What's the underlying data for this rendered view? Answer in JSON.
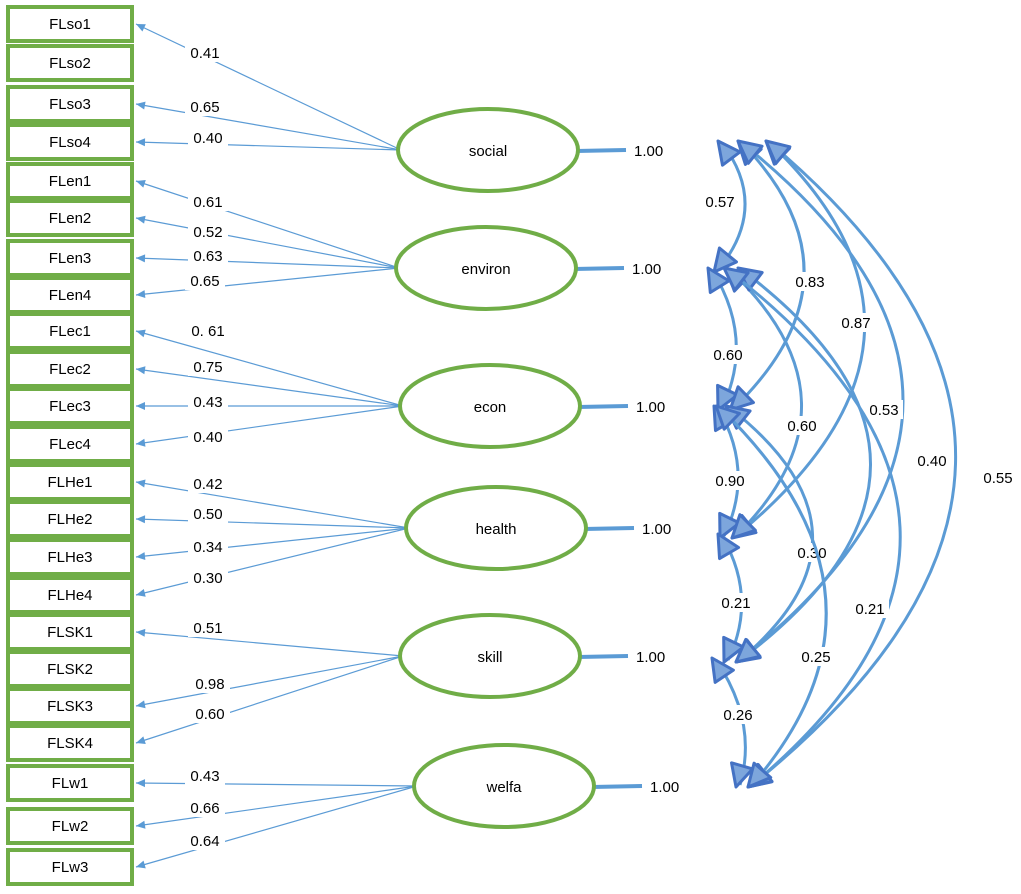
{
  "indicators": [
    "FLso1",
    "FLso2",
    "FLso3",
    "FLso4",
    "FLen1",
    "FLen2",
    "FLen3",
    "FLen4",
    "FLec1",
    "FLec2",
    "FLec3",
    "FLec4",
    "FLHe1",
    "FLHe2",
    "FLHe3",
    "FLHe4",
    "FLSK1",
    "FLSK2",
    "FLSK3",
    "FLSK4",
    "FLw1",
    "FLw2",
    "FLw3"
  ],
  "factors": [
    {
      "name": "social",
      "variance": "1.00"
    },
    {
      "name": "environ",
      "variance": "1.00"
    },
    {
      "name": "econ",
      "variance": "1.00"
    },
    {
      "name": "health",
      "variance": "1.00"
    },
    {
      "name": "skill",
      "variance": "1.00"
    },
    {
      "name": "welfa",
      "variance": "1.00"
    }
  ],
  "loadings": [
    {
      "factor": 0,
      "indicator": 0,
      "value": "0.41"
    },
    {
      "factor": 0,
      "indicator": 2,
      "value": "0.65"
    },
    {
      "factor": 0,
      "indicator": 3,
      "value": "0.40"
    },
    {
      "factor": 1,
      "indicator": 4,
      "value": "0.61"
    },
    {
      "factor": 1,
      "indicator": 5,
      "value": "0.52"
    },
    {
      "factor": 1,
      "indicator": 6,
      "value": "0.63"
    },
    {
      "factor": 1,
      "indicator": 7,
      "value": "0.65"
    },
    {
      "factor": 2,
      "indicator": 8,
      "value": "0. 61"
    },
    {
      "factor": 2,
      "indicator": 9,
      "value": "0.75"
    },
    {
      "factor": 2,
      "indicator": 10,
      "value": "0.43"
    },
    {
      "factor": 2,
      "indicator": 11,
      "value": "0.40"
    },
    {
      "factor": 3,
      "indicator": 12,
      "value": "0.42"
    },
    {
      "factor": 3,
      "indicator": 13,
      "value": "0.50"
    },
    {
      "factor": 3,
      "indicator": 14,
      "value": "0.34"
    },
    {
      "factor": 3,
      "indicator": 15,
      "value": "0.30"
    },
    {
      "factor": 4,
      "indicator": 16,
      "value": "0.51"
    },
    {
      "factor": 4,
      "indicator": 18,
      "value": "0.98"
    },
    {
      "factor": 4,
      "indicator": 19,
      "value": "0.60"
    },
    {
      "factor": 5,
      "indicator": 20,
      "value": "0.43"
    },
    {
      "factor": 5,
      "indicator": 21,
      "value": "0.66"
    },
    {
      "factor": 5,
      "indicator": 22,
      "value": "0.64"
    }
  ],
  "correlations": [
    {
      "from": 0,
      "to": 1,
      "value": "0.57"
    },
    {
      "from": 1,
      "to": 2,
      "value": "0.60"
    },
    {
      "from": 2,
      "to": 3,
      "value": "0.90"
    },
    {
      "from": 3,
      "to": 4,
      "value": "0.21"
    },
    {
      "from": 4,
      "to": 5,
      "value": "0.26"
    },
    {
      "from": 0,
      "to": 2,
      "value": "0.83"
    },
    {
      "from": 0,
      "to": 3,
      "value": "0.87"
    },
    {
      "from": 0,
      "to": 4,
      "value": "0.40"
    },
    {
      "from": 0,
      "to": 5,
      "value": "0.55"
    },
    {
      "from": 1,
      "to": 3,
      "value": "0.60"
    },
    {
      "from": 1,
      "to": 4,
      "value": "0.53"
    },
    {
      "from": 1,
      "to": 5,
      "value": "0.21"
    },
    {
      "from": 2,
      "to": 4,
      "value": "0.30"
    },
    {
      "from": 2,
      "to": 5,
      "value": "0.25"
    }
  ],
  "colors": {
    "box": "#70ad47",
    "line": "#5b9bd5",
    "arrow": "#4472c4"
  }
}
